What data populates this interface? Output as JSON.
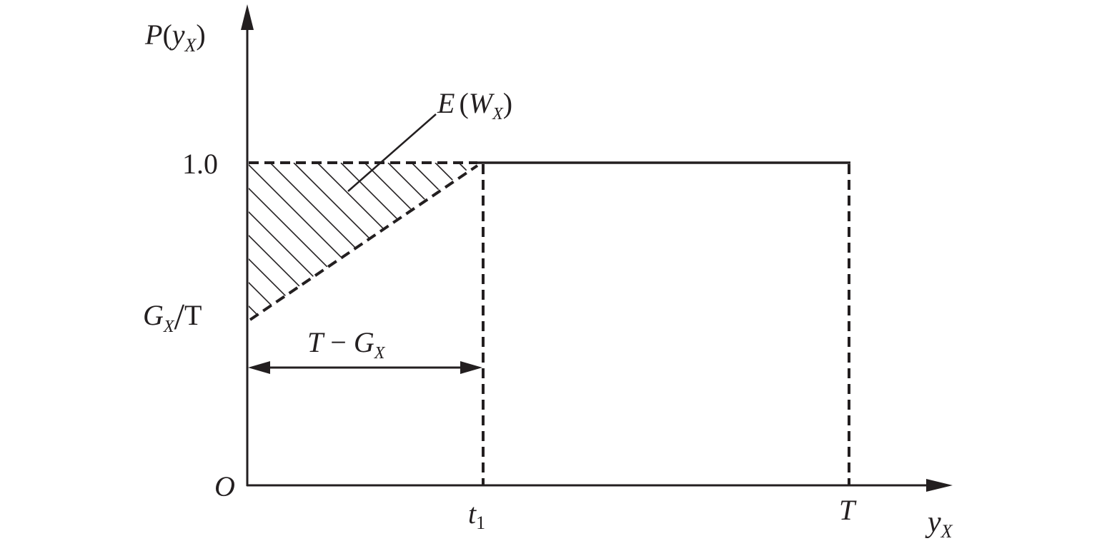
{
  "diagram": {
    "y_axis_label": {
      "main": "P",
      "open": "(",
      "var": "y",
      "sub": "X",
      "close": ")"
    },
    "x_axis_label": {
      "var": "y",
      "sub": "X"
    },
    "origin_label": "O",
    "y_ticks": {
      "one": "1.0",
      "gx_over_t": {
        "main": "G",
        "sub": "X",
        "slash": "/",
        "den": "T"
      }
    },
    "x_ticks": {
      "t1": {
        "main": "t",
        "sub": "1"
      },
      "T": "T"
    },
    "interval_label": {
      "a": "T",
      "minus": " − ",
      "b": "G",
      "sub": "X"
    },
    "area_label": {
      "main": "E",
      "open": "(",
      "var": "W",
      "sub": "X",
      "close": ")"
    },
    "color": "#231f20"
  }
}
